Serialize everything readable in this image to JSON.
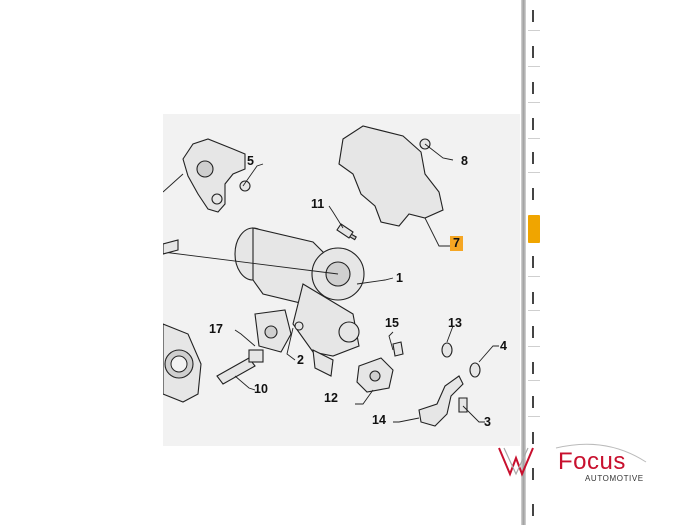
{
  "callouts": [
    "1",
    "2",
    "3",
    "4",
    "5",
    "7",
    "8",
    "10",
    "11",
    "12",
    "13",
    "14",
    "15",
    "17"
  ],
  "logo": {
    "brand": "Focus",
    "subtitle": "AUTOMOTIVE",
    "accent_color": "#c8102e"
  },
  "highlight_color": "#f5a623"
}
